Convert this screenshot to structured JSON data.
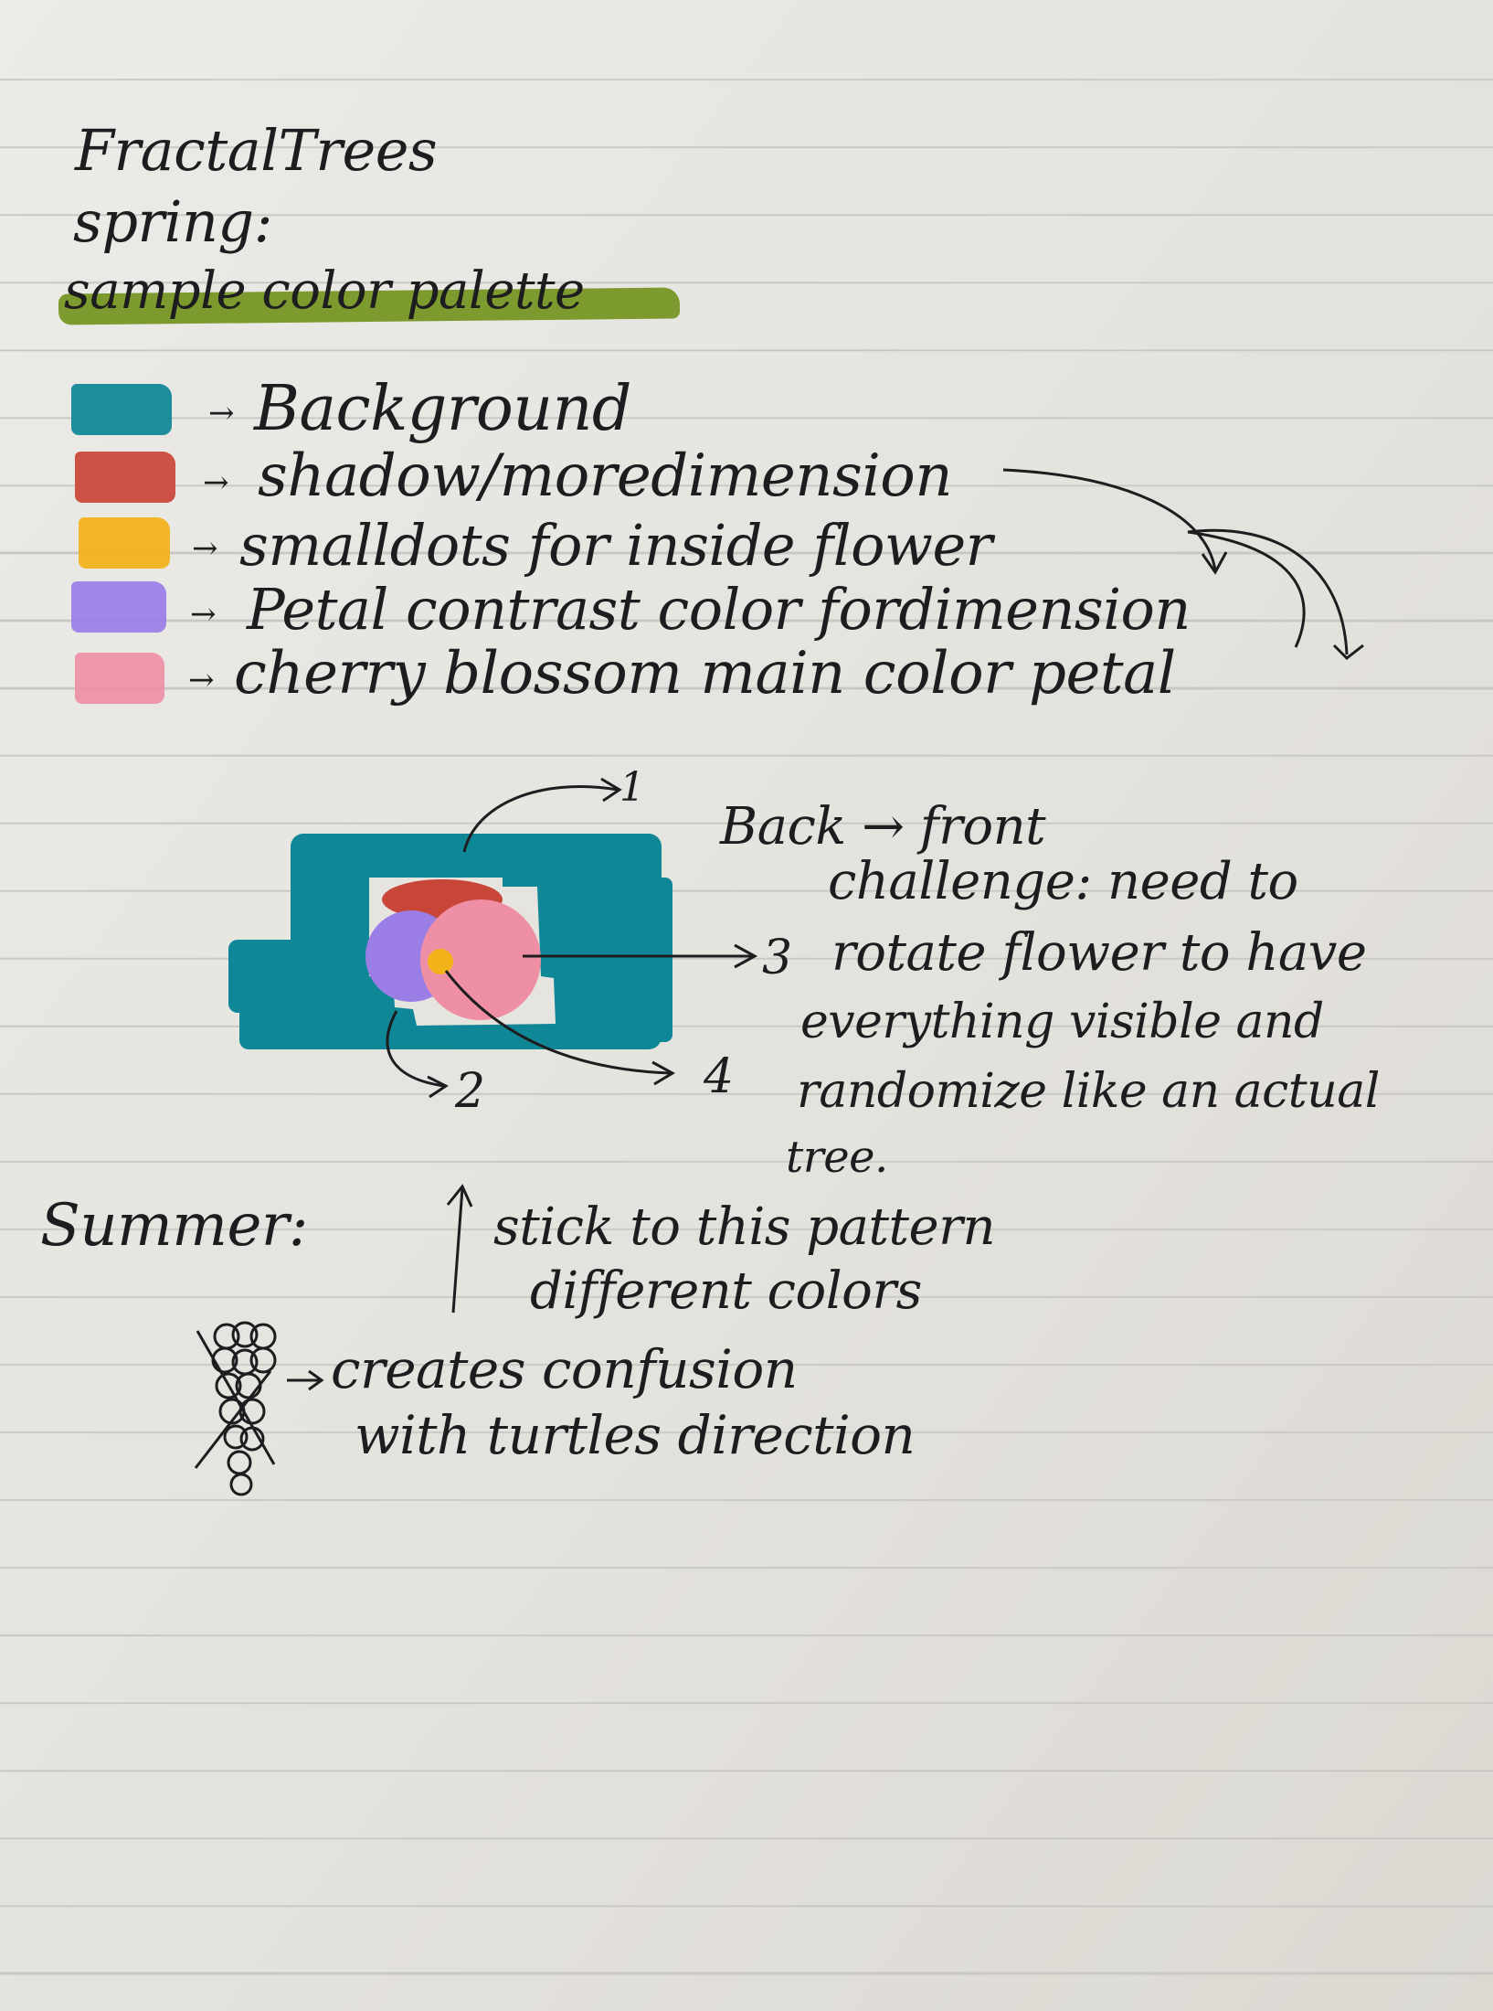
{
  "title": "FractalTrees",
  "season_spring": "spring:",
  "subtitle": "sample color palette",
  "colors": {
    "teal": "#0f8797",
    "red": "#c84638",
    "yellow": "#f2b21a",
    "purple": "#9a7ee6",
    "pink": "#ee8fa6",
    "green_highlight": "#7d9a2e",
    "ink": "#1d1d1f"
  },
  "legend": [
    {
      "label": "Background",
      "color": "#0f8797",
      "icon": "teal-swatch"
    },
    {
      "label": "shadow/moredimension",
      "color": "#c84638",
      "icon": "red-swatch"
    },
    {
      "label": "smalldots for inside flower",
      "color": "#f2b21a",
      "icon": "yellow-swatch"
    },
    {
      "label": "Petal contrast color fordimension",
      "color": "#9a7ee6",
      "icon": "purple-swatch"
    },
    {
      "label": "cherry blossom main color petal",
      "color": "#ee8fa6",
      "icon": "pink-swatch"
    }
  ],
  "diagram": {
    "label_1": "1",
    "label_2": "2",
    "label_3": "3",
    "label_4": "4"
  },
  "notes": {
    "line1": "Back → front",
    "line2": "challenge: need to",
    "line3": "rotate flower to have",
    "line4": "everything visible and",
    "line5": "randomize like an actual",
    "line6": "tree."
  },
  "season_summer": "Summer:",
  "summer_note": {
    "line1": "stick to this pattern",
    "line2": "different colors"
  },
  "crossed_note": {
    "line1": "creates confusion",
    "line2": "with turtles direction"
  }
}
